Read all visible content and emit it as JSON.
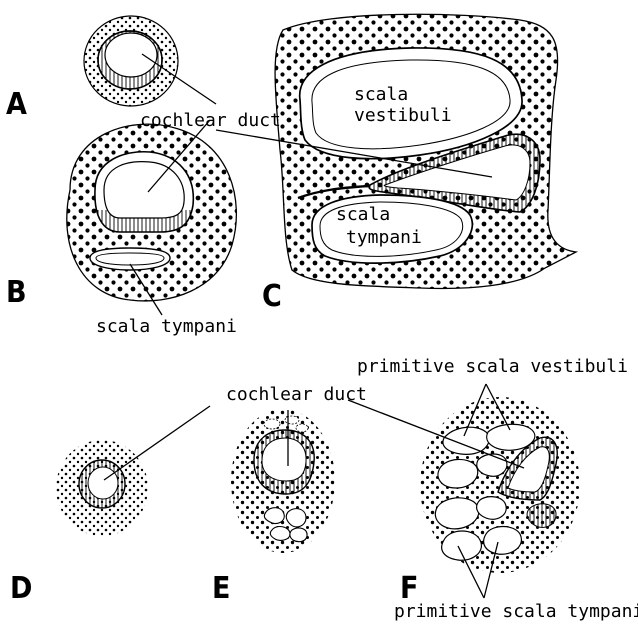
{
  "panels": {
    "a": "A",
    "b": "B",
    "c": "C",
    "d": "D",
    "e": "E",
    "f": "F"
  },
  "labels": {
    "cochlear_duct_top": "cochlear duct",
    "scala_tympani_b": "scala tympani",
    "scala_vestibuli_c_line1": "scala",
    "scala_vestibuli_c_line2": "vestibuli",
    "scala_tympani_c_line1": "scala",
    "scala_tympani_c_line2": "tympani",
    "cochlear_duct_bottom": "cochlear duct",
    "primitive_scala_vestibuli": "primitive scala vestibuli",
    "primitive_scala_tympani": "primitive scala tympani"
  }
}
